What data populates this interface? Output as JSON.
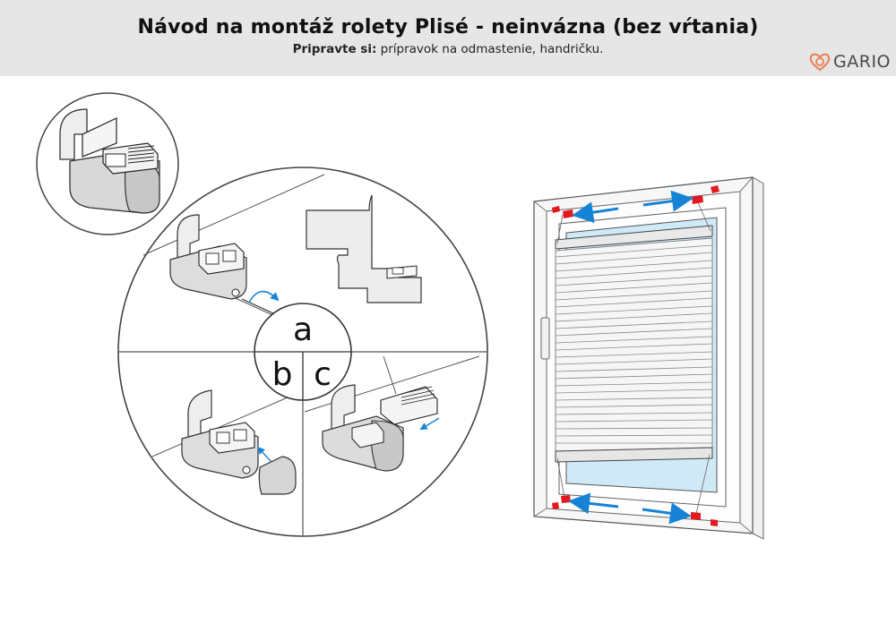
{
  "header": {
    "title": "Návod na montáž rolety Plisé - neinvázna (bez vŕtania)",
    "prepare_label": "Pripravte si:",
    "prepare_text": " prípravok na odmastenie, handričku."
  },
  "logo": {
    "text": "GARIO",
    "icon": "gario-heart-logo-icon",
    "color": "#e8875a"
  },
  "steps": {
    "a": "a",
    "b": "b",
    "c": "c"
  },
  "colors": {
    "arrow": "#1683d4",
    "clip": "#e3191f",
    "glass": "#cfe9f7"
  }
}
